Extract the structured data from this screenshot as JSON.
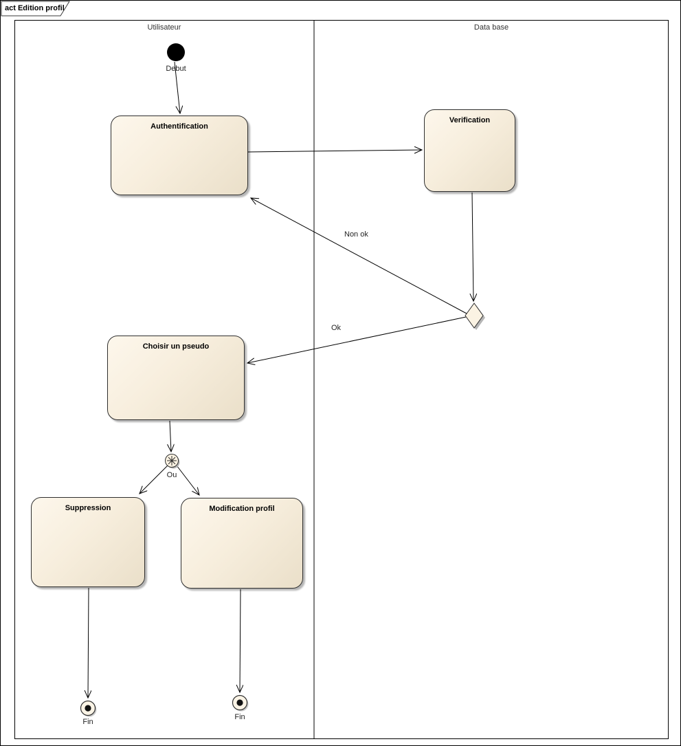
{
  "frame": {
    "tab_label": "act Edition profil"
  },
  "partitions": [
    {
      "label": "Utilisateur"
    },
    {
      "label": "Data base"
    }
  ],
  "nodes": {
    "initial_label": "Debut",
    "activities": [
      {
        "label": "Authentification"
      },
      {
        "label": "Verification"
      },
      {
        "label": "Choisir un pseudo"
      },
      {
        "label": "Suppression"
      },
      {
        "label": "Modification profil"
      }
    ],
    "or_label": "Ou",
    "final_labels": [
      "Fin",
      "Fin"
    ]
  },
  "edges": {
    "non_ok_label": "Non ok",
    "ok_label": "Ok"
  },
  "colors": {
    "activity_fill_top": "#FDF7EC",
    "activity_fill_bottom": "#EADFC9",
    "node_border": "#2E2E2E",
    "shadow": "#B5B5B5",
    "line": "#000000"
  }
}
